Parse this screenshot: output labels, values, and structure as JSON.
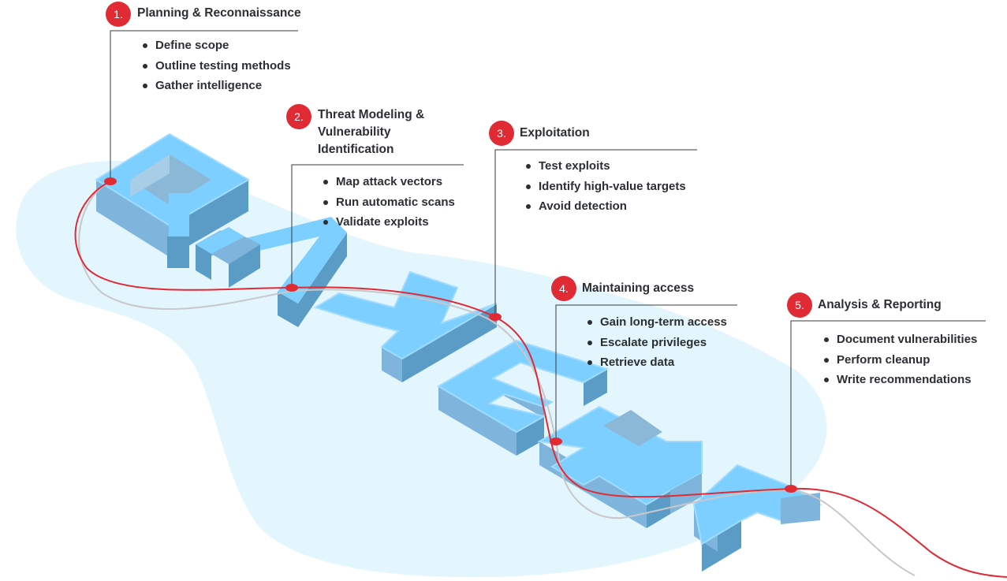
{
  "word_letters": [
    "Q",
    "A",
    "W",
    "E",
    "R",
    "K"
  ],
  "colors": {
    "accent": "#e02b35",
    "letter_top": "#7ccfff",
    "letter_side": "#5a9cc6",
    "letter_front": "#7fb5dc",
    "background_blob": "#e3f5fd",
    "path_grey": "#c8c8c8",
    "text": "#2b2f33"
  },
  "steps": [
    {
      "number": "1.",
      "title": "Planning & Reconnaissance",
      "bullets": [
        "Define scope",
        "Outline testing methods",
        "Gather intelligence"
      ]
    },
    {
      "number": "2.",
      "title_lines": [
        "Threat Modeling &",
        "Vulnerability",
        "Identification"
      ],
      "bullets": [
        "Map attack vectors",
        "Run automatic scans",
        "Validate exploits"
      ]
    },
    {
      "number": "3.",
      "title": "Exploitation",
      "bullets": [
        "Test exploits",
        "Identify high-value targets",
        "Avoid detection"
      ]
    },
    {
      "number": "4.",
      "title": "Maintaining access",
      "bullets": [
        "Gain long-term access",
        "Escalate privileges",
        "Retrieve data"
      ]
    },
    {
      "number": "5.",
      "title": "Analysis & Reporting",
      "bullets": [
        "Document vulnerabilities",
        "Perform cleanup",
        "Write recommendations"
      ]
    }
  ]
}
